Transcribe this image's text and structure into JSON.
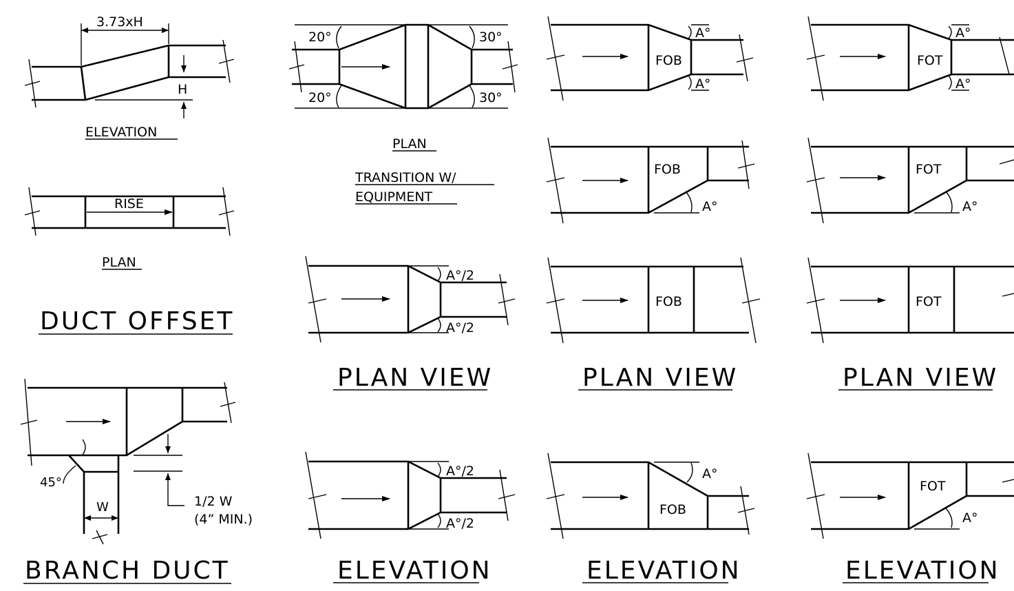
{
  "labels": {
    "dim_373": "3.73xH",
    "h": "H",
    "elevation_small": "ELEVATION",
    "rise": "RISE",
    "plan_small": "PLAN",
    "duct_offset": "DUCT OFFSET",
    "deg20_top": "20°",
    "deg20_bot": "20°",
    "deg30_top": "30°",
    "deg30_bot": "30°",
    "plan_transition": "PLAN",
    "transition_line1": "TRANSITION  W/",
    "transition_line2": "EQUIPMENT",
    "half_a": "A°/2",
    "fob": "FOB",
    "fot": "FOT",
    "a_deg": "A°",
    "deg45": "45°",
    "w": "W",
    "half_w": "1/2  W",
    "min4": "(4”  MIN.)",
    "branch_duct": "BRANCH  DUCT",
    "plan_view": "PLAN  VIEW",
    "elevation": "ELEVATION"
  }
}
